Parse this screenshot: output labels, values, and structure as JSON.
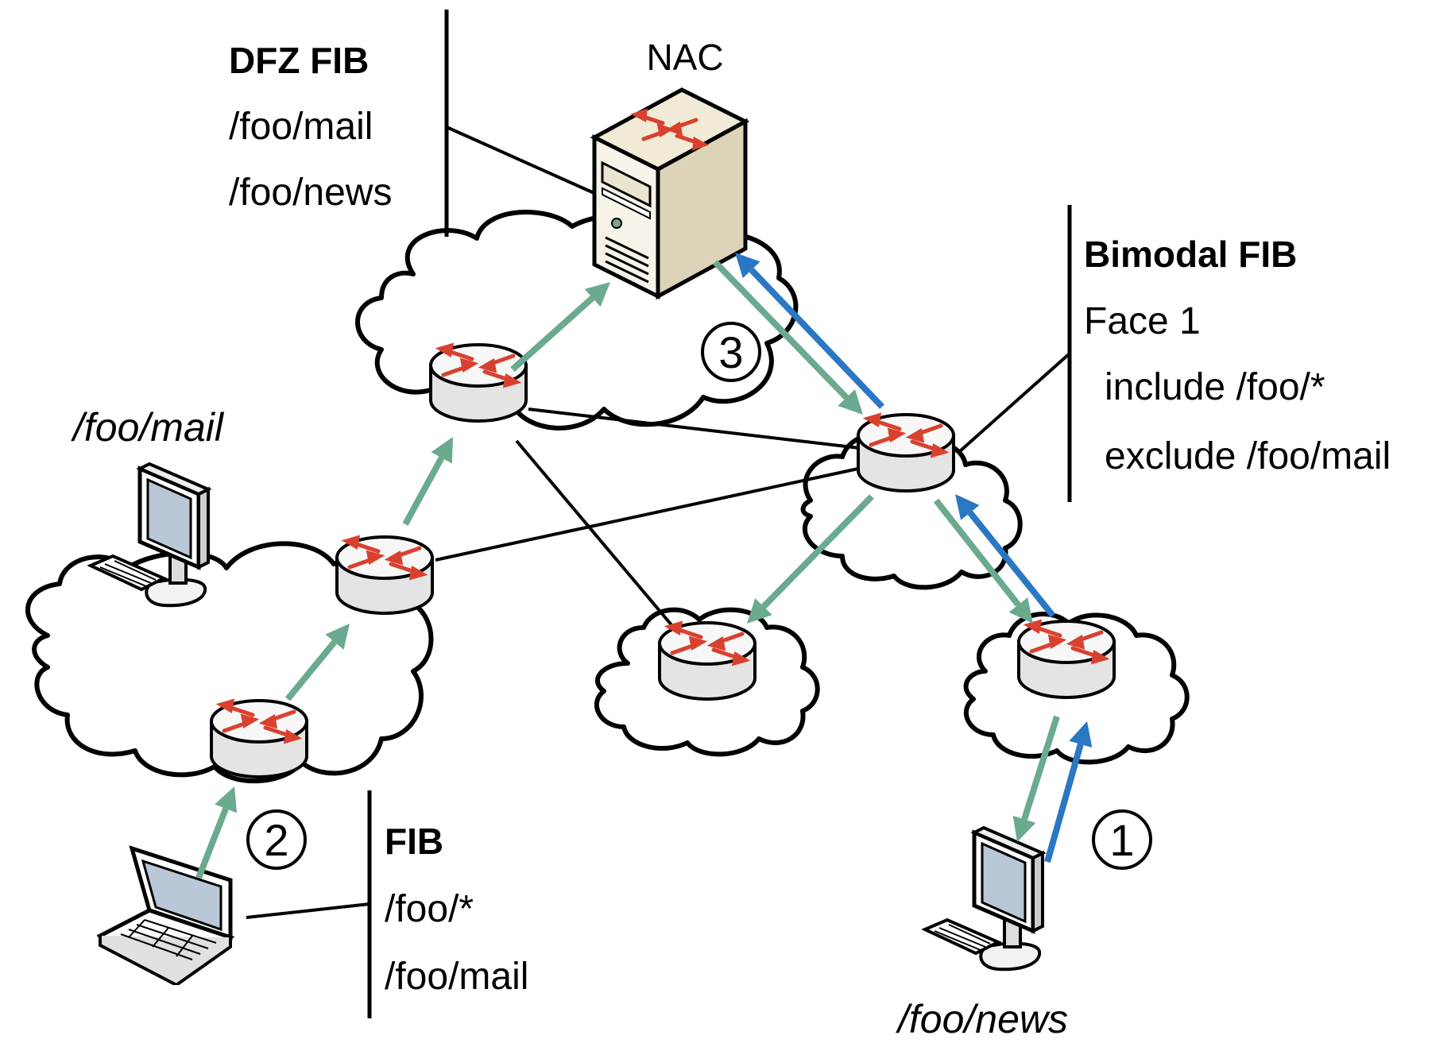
{
  "colors": {
    "interest_arrow": "#6aaa8e",
    "data_arrow": "#2a77c4",
    "router_arrow": "#d9412f",
    "outline": "#000000"
  },
  "nodes": {
    "nac_label": "NAC",
    "mail_host_label": "/foo/mail",
    "news_host_label": "/foo/news"
  },
  "dfz_fib": {
    "title": "DFZ FIB",
    "entries": [
      "/foo/mail",
      "/foo/news"
    ]
  },
  "bimodal_fib": {
    "title": "Bimodal FIB",
    "face": "Face 1",
    "rules": [
      "include /foo/*",
      "exclude /foo/mail"
    ]
  },
  "fib": {
    "title": "FIB",
    "entries": [
      "/foo/*",
      "/foo/mail"
    ]
  },
  "steps": [
    "①",
    "②",
    "③"
  ],
  "icons": {
    "router": "router-icon",
    "server": "server-tower-icon",
    "desktop": "desktop-computer-icon",
    "laptop": "laptop-icon",
    "cloud": "cloud-icon"
  }
}
